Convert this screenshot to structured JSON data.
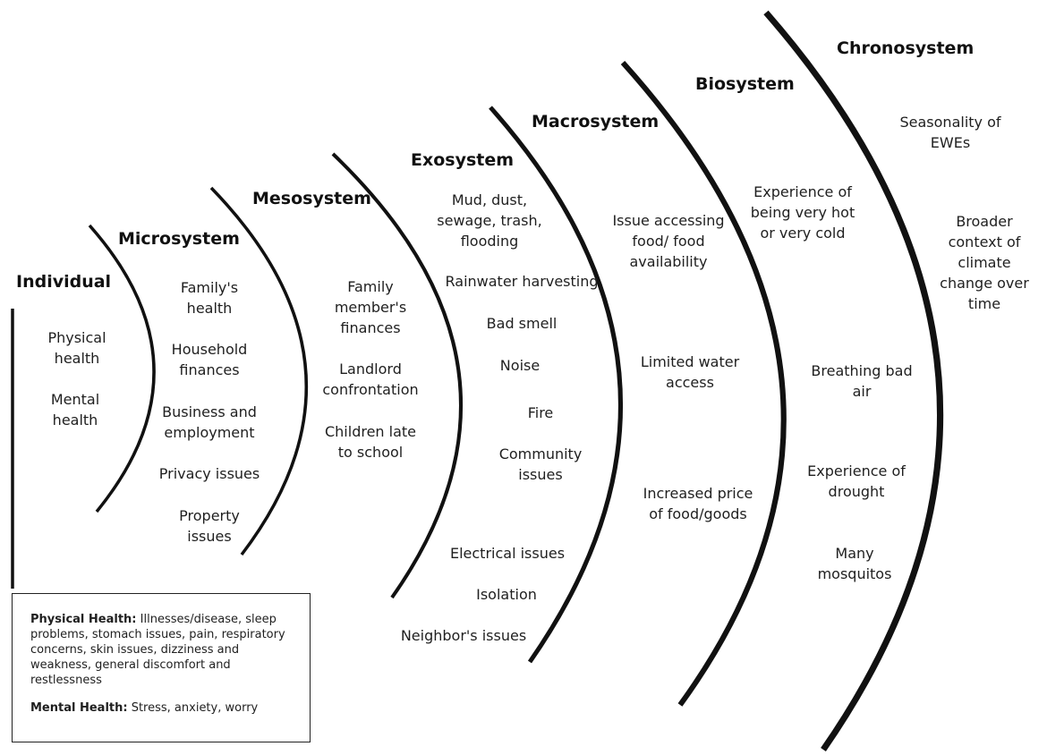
{
  "layers": [
    {
      "id": "individual",
      "title": "Individual",
      "items": [
        "Physical\nhealth",
        "Mental\nhealth"
      ]
    },
    {
      "id": "microsystem",
      "title": "Microsystem",
      "items": [
        "Family's\nhealth",
        "Household\nfinances",
        "Business and\nemployment",
        "Privacy issues",
        "Property\nissues"
      ]
    },
    {
      "id": "mesosystem",
      "title": "Mesosystem",
      "items": [
        "Family\nmember's\nfinances",
        "Landlord\nconfrontation",
        "Children late\nto school"
      ]
    },
    {
      "id": "exosystem",
      "title": "Exosystem",
      "items": [
        "Mud,  dust,\nsewage, trash,\nflooding",
        "Rainwater harvesting",
        "Bad smell",
        "Noise",
        "Fire",
        "Community\nissues",
        "Electrical  issues",
        "Isolation",
        "Neighbor's issues"
      ]
    },
    {
      "id": "macrosystem",
      "title": "Macrosystem",
      "items": [
        "Issue accessing\nfood/ food\navailability",
        "Limited water\naccess",
        "Increased price\nof food/goods"
      ]
    },
    {
      "id": "biosystem",
      "title": "Biosystem",
      "items": [
        "Experience of\nbeing very hot\nor very cold",
        "Breathing bad\nair",
        "Experience of\ndrought",
        "Many\nmosquitos"
      ]
    },
    {
      "id": "chronosystem",
      "title": "Chronosystem",
      "items": [
        "Seasonality of\nEWEs",
        "Broader\ncontext of\nclimate\nchange over\ntime"
      ]
    }
  ],
  "legend": {
    "physical_label": "Physical Health:",
    "physical_text": " Illnesses/disease, sleep problems, stomach issues, pain, respiratory concerns,  skin issues, dizziness and weakness, general discomfort and restlessness",
    "mental_label": "Mental Health:",
    "mental_text": "  Stress, anxiety, worry"
  }
}
